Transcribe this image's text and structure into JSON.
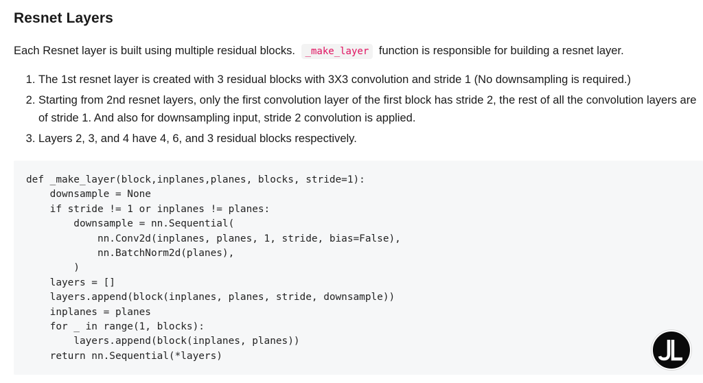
{
  "heading": "Resnet Layers",
  "intro": {
    "before": "Each Resnet layer is built using multiple residual blocks.",
    "code": "_make_layer",
    "after": "function is responsible for building a resnet layer."
  },
  "steps": [
    "The 1st resnet layer is created with 3 residual blocks with 3X3 convolution and stride 1 (No downsampling is required.)",
    "Starting from 2nd resnet layers, only the first convolution layer of the first block has stride 2, the rest of all the convolution layers are of stride 1. And also for downsampling input, stride 2 convolution is applied.",
    "Layers 2, 3, and 4 have 4, 6, and 3 residual blocks respectively."
  ],
  "code_lines": [
    "def _make_layer(block,inplanes,planes, blocks, stride=1):",
    "    downsample = None",
    "    if stride != 1 or inplanes != planes:",
    "        downsample = nn.Sequential(",
    "            nn.Conv2d(inplanes, planes, 1, stride, bias=False),",
    "            nn.BatchNorm2d(planes),",
    "        )",
    "    layers = []",
    "    layers.append(block(inplanes, planes, stride, downsample))",
    "    inplanes = planes",
    "    for _ in range(1, blocks):",
    "        layers.append(block(inplanes, planes))",
    "    return nn.Sequential(*layers)"
  ],
  "logo": {
    "text": "JL",
    "icon": "jl-logo-icon",
    "background": "#0a0a0a",
    "foreground": "#ffffff"
  },
  "colors": {
    "inline_code": "#e0115f",
    "code_background": "#f6f7f8"
  }
}
